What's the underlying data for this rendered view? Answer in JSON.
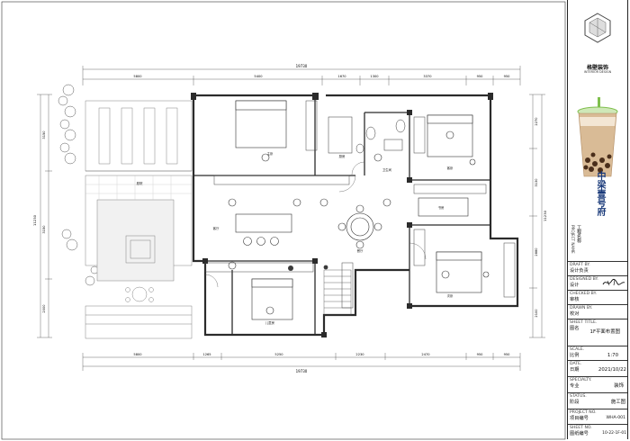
{
  "plan": {
    "dimensions_top": [
      "5800",
      "5400",
      "1670",
      "1300",
      "3370",
      "950",
      "950"
    ],
    "dimension_total": "19730",
    "dimensions_bottom": [
      "5800",
      "1265",
      "5250",
      "2230",
      "2470",
      "950",
      "950"
    ],
    "dimension_left": [
      "3150",
      "3150",
      "2000"
    ],
    "dimension_left_total": "11230",
    "dimension_right": [
      "2270",
      "3130",
      "2880",
      "2100"
    ],
    "dimension_right_total": "11230",
    "room_labels": [
      "主卧",
      "客卧",
      "次卧",
      "儿童房",
      "书房",
      "客厅",
      "餐厅",
      "厨房",
      "卫生间",
      "庭院"
    ]
  },
  "title_block": {
    "brand": "格壁装饰",
    "brand_sub": "INTERIOR DESIGN",
    "project_name_en": "PROJECT NAME",
    "project_name_cn": "工程名称",
    "project_title": "中梁壹号府",
    "drawn_by_en": "DRAFT BY.",
    "drawn_by_cn": "设计负责",
    "designed_en": "DESIGNED BY.",
    "designed_cn": "设计",
    "checked_en": "CHECKED BY.",
    "checked_cn": "审核",
    "drawn_en": "DRAWN BY.",
    "drawn_cn": "校对",
    "sheet_title_en": "SHEET TITLE.",
    "sheet_title_cn": "图名",
    "sheet_title": "1F平面布置图",
    "scale_en": "SCALE.",
    "scale_cn": "比例",
    "scale": "1:70",
    "date_en": "DATE.",
    "date_cn": "日期",
    "date": "2021/10/22",
    "specialty_en": "SPECIALTY.",
    "specialty_cn": "专业",
    "specialty": "装饰",
    "status_en": "STATUS.",
    "status_cn": "阶段",
    "status": "施工图",
    "project_no_en": "PROJECT NO.",
    "project_no_cn": "项目编号",
    "project_no": "WHA-001",
    "sheet_no_en": "SHEET NO.",
    "sheet_no_cn": "图纸编号",
    "sheet_no": "10-22-1F-01"
  },
  "colors": {
    "wall": "#2b2b2b",
    "line": "#555555",
    "tea": "#c7a27a",
    "lid": "#7fbf4d",
    "title": "#1a3a7a"
  }
}
